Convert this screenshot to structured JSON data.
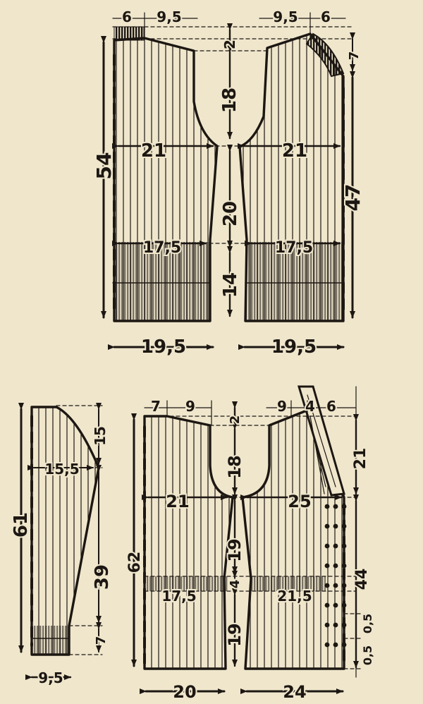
{
  "colors": {
    "paper": "#efe6cc",
    "ink": "#1c1712"
  },
  "top_pattern": {
    "left_shoulder_a": "6",
    "left_shoulder_b": "9,5",
    "right_shoulder_b": "9,5",
    "right_shoulder_a": "6",
    "shoulder_drop": "2",
    "neck_depth": "18",
    "left_chest": "21",
    "right_chest": "21",
    "front_length": "20",
    "left_band_width": "17,5",
    "right_band_width": "17,5",
    "band_depth": "14",
    "left_total_length": "54",
    "right_total_length": "47",
    "right_collar": "7",
    "left_hem": "19,5",
    "right_hem": "19,5"
  },
  "sleeve": {
    "cap_height": "15",
    "width": "15,5",
    "length": "61",
    "underarm": "39",
    "cuff": "7",
    "bottom": "9,5"
  },
  "bottom_pattern": {
    "left_shoulder_a": "7",
    "left_shoulder_b": "9",
    "right_shoulder_b": "9",
    "right_shoulder_c": "4",
    "right_shoulder_a": "6",
    "shoulder_drop": "2",
    "neck_depth": "18",
    "left_chest": "21",
    "right_chest": "25",
    "front_upper": "19",
    "band_depth": "4",
    "front_lower": "19",
    "left_band_width": "17,5",
    "right_band_width": "21,5",
    "left_total_length": "62",
    "right_collar": "21",
    "right_button_zone": "44",
    "button_spacing_a": "0,5",
    "button_spacing_b": "0,5",
    "left_hem": "20",
    "right_hem": "24"
  }
}
